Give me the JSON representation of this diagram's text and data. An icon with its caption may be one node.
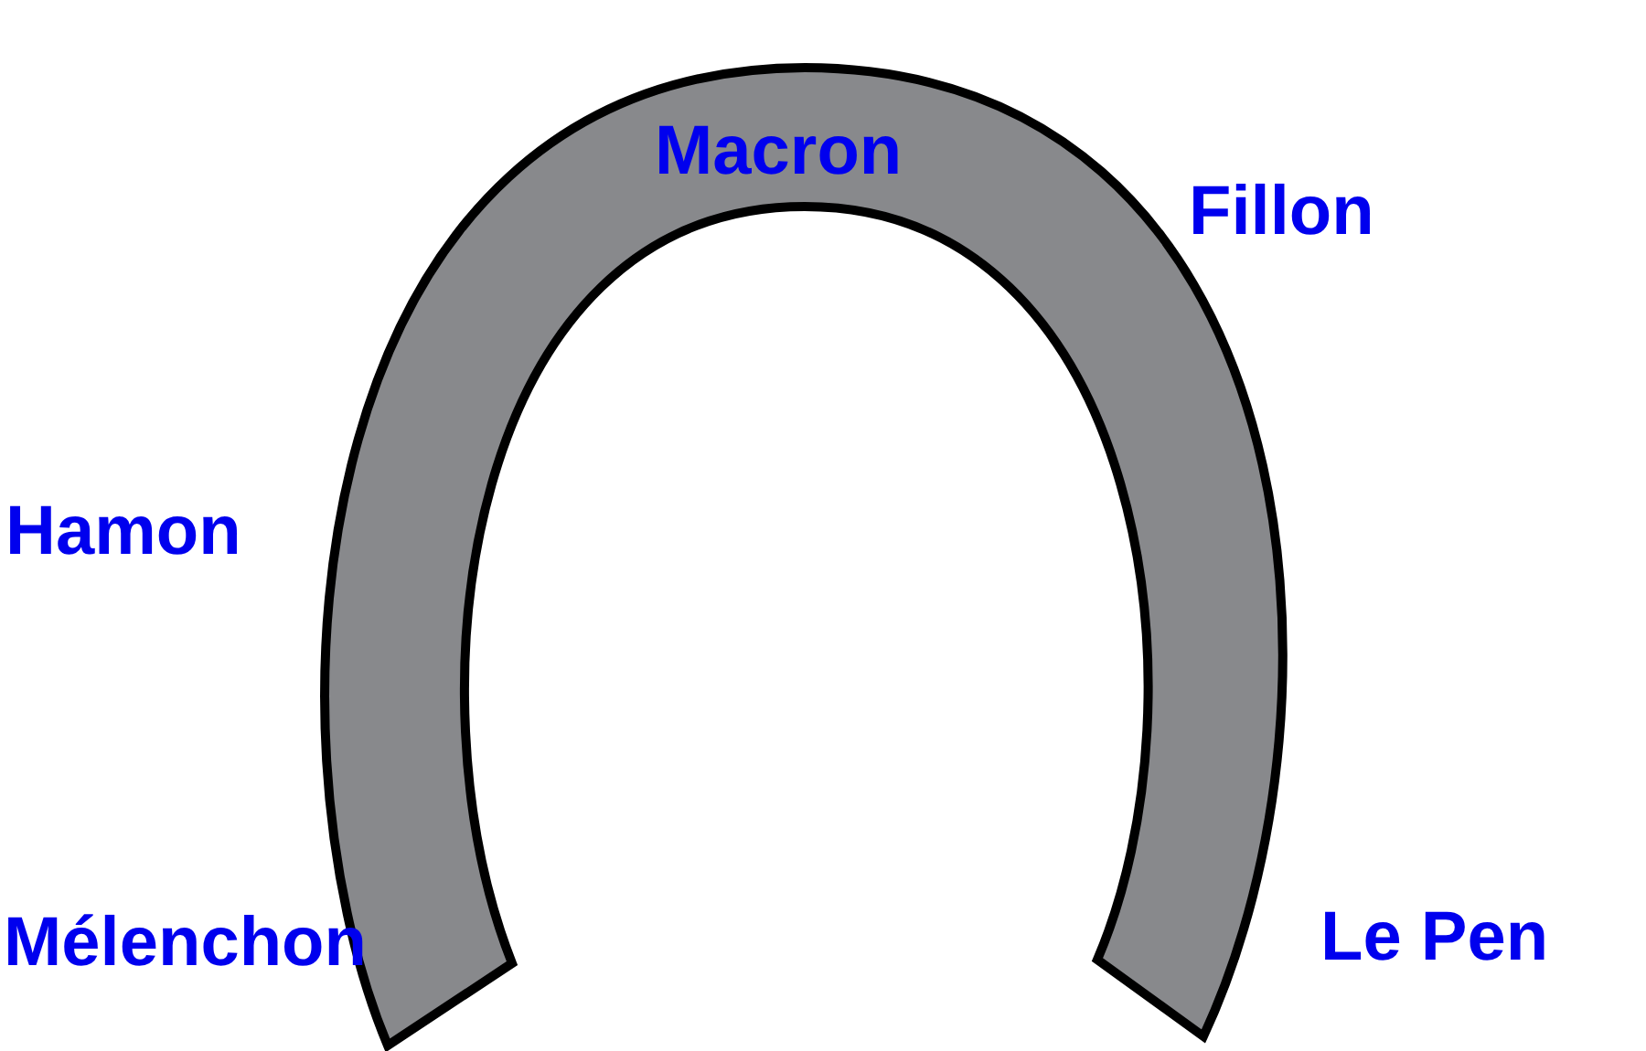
{
  "diagram": {
    "labels": [
      "Macron",
      "Fillon",
      "Hamon",
      "Mélenchon",
      "Le Pen"
    ]
  }
}
